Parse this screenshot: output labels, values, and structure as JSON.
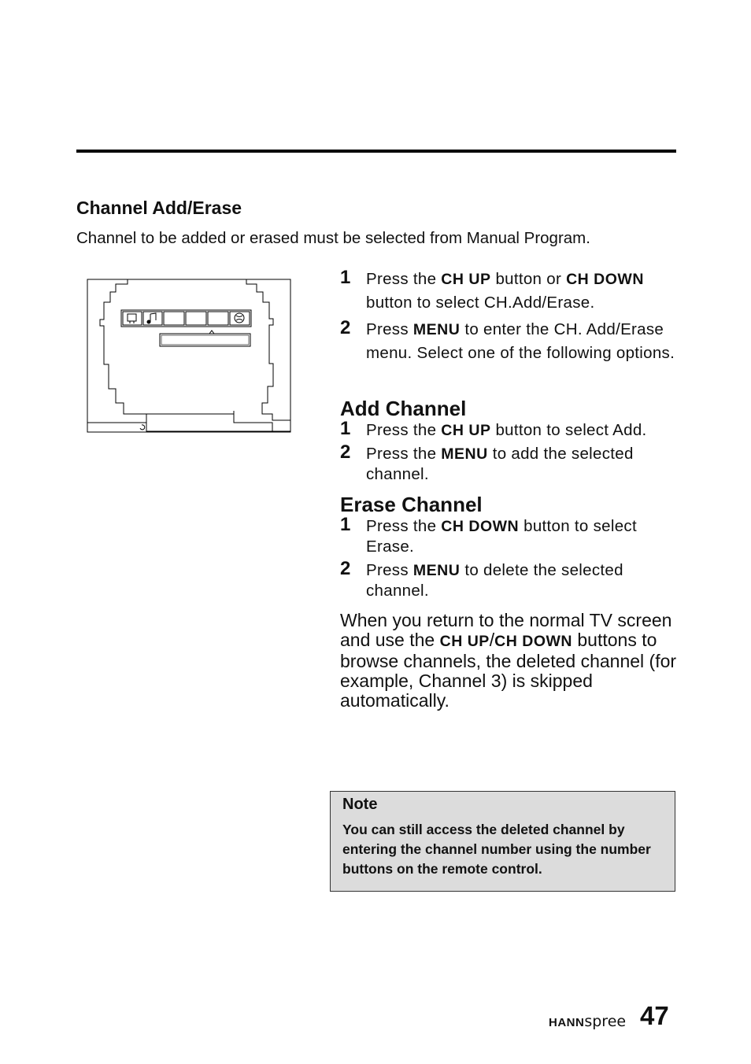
{
  "section": {
    "title": "Channel Add/Erase",
    "intro": "Channel to be added or erased must be selected from Manual Program."
  },
  "steps_main": [
    {
      "num": "1",
      "pre": "Press the ",
      "k1": "CH UP",
      "mid": " button or ",
      "k2": "CH DOWN",
      "post": " button to select CH.Add/Erase."
    },
    {
      "num": "2",
      "pre": "Press ",
      "k1": "MENU",
      "post": " to enter the CH. Add/Erase menu. Select one of the following options."
    }
  ],
  "add_channel": {
    "heading": "Add Channel",
    "steps": [
      {
        "num": "1",
        "pre": "Press the ",
        "k1": "CH UP",
        "post": " button to select Add."
      },
      {
        "num": "2",
        "pre": "Press the ",
        "k1": "MENU",
        "post": " to add the selected channel."
      }
    ]
  },
  "erase_channel": {
    "heading": "Erase Channel",
    "steps": [
      {
        "num": "1",
        "pre": "Press the ",
        "k1": "CH DOWN",
        "post": " button to select Erase."
      },
      {
        "num": "2",
        "pre": "Press ",
        "k1": "MENU",
        "post": " to delete the selected channel."
      }
    ]
  },
  "return_para": {
    "pre": "When you return to the normal TV screen and use the ",
    "k1": "CH UP",
    "sep": "/",
    "k2": "CH DOWN",
    "post": " buttons to browse channels, the deleted channel (for example, Channel 3) is skipped automatically."
  },
  "note": {
    "title": "Note",
    "body": "You can still access the deleted channel by entering the channel number using the number buttons on the remote control."
  },
  "footer": {
    "brand_bold": "HANN",
    "brand_light": "spree",
    "page_number": "47"
  },
  "icons": [
    "tv-icon",
    "music-note-icon",
    "globe-icon",
    "menu-arrow-icon"
  ]
}
